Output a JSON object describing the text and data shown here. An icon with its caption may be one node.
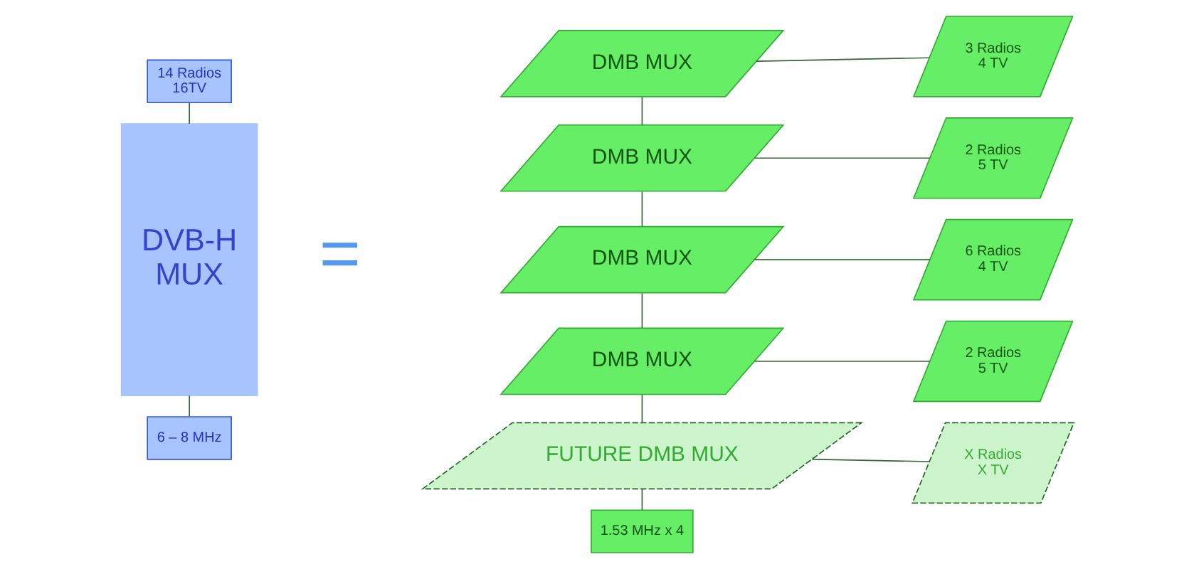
{
  "diagram": {
    "nodes": [
      {
        "text": [
          "14 Radios 16TV"
        ]
      },
      {
        "text": [
          "DVB-H MUX"
        ]
      },
      {
        "text": [
          "6 – 8 MHz"
        ]
      },
      {
        "text": [
          "DMB MUX"
        ]
      },
      {
        "text": [
          "DMB MUX"
        ]
      },
      {
        "text": [
          "DMB MUX"
        ]
      },
      {
        "text": [
          "DMB MUX"
        ]
      },
      {
        "text": [
          "FUTURE DMB MUX"
        ]
      },
      {
        "text": [
          "1.53 MHz x 4"
        ]
      },
      {
        "text": [
          "3 Radios 4 TV"
        ]
      },
      {
        "text": [
          "2 Radios 5 TV"
        ]
      },
      {
        "text": [
          "6 Radios 4 TV"
        ]
      },
      {
        "text": [
          "2 Radios 5 TV"
        ]
      },
      {
        "text": [
          "X Radios X TV"
        ]
      }
    ],
    "edges": [
      {
        "from": 0,
        "to": 1,
        "arrow": "none"
      },
      {
        "from": 1,
        "to": 2,
        "arrow": "none"
      },
      {
        "from": 3,
        "to": 4,
        "arrow": "none"
      },
      {
        "from": 4,
        "to": 5,
        "arrow": "none"
      },
      {
        "from": 5,
        "to": 6,
        "arrow": "none"
      },
      {
        "from": 6,
        "to": 7,
        "arrow": "none"
      },
      {
        "from": 7,
        "to": 8,
        "arrow": "none"
      },
      {
        "from": 3,
        "to": 9,
        "arrow": "none"
      },
      {
        "from": 4,
        "to": 10,
        "arrow": "none"
      },
      {
        "from": 5,
        "to": 11,
        "arrow": "none"
      },
      {
        "from": 6,
        "to": 12,
        "arrow": "none"
      },
      {
        "from": 7,
        "to": 13,
        "arrow": "none"
      }
    ],
    "labels": [
      "="
    ]
  }
}
